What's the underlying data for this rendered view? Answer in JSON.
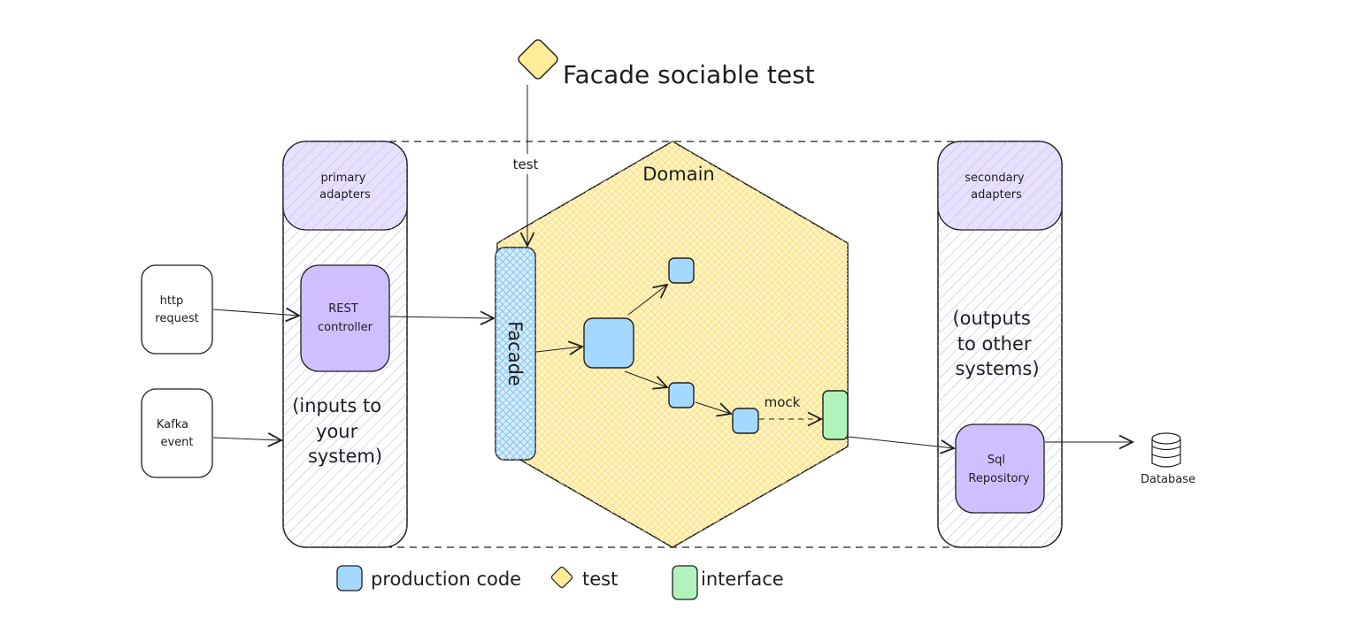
{
  "title": "Facade sociable test",
  "test_arrow_label": "test",
  "domain_label": "Domain",
  "facade_label": "Facade",
  "primary_adapters": {
    "header": "primary adapters",
    "header_lines": [
      "primary",
      "adapters"
    ],
    "note_lines": [
      "(inputs to",
      "your",
      "system)"
    ],
    "controller_lines": [
      "REST",
      "controller"
    ]
  },
  "secondary_adapters": {
    "header": "secondary adapters",
    "header_lines": [
      "secondary",
      "adapters"
    ],
    "note_lines": [
      "(outputs",
      "to other",
      "systems)"
    ],
    "repository_lines": [
      "Sql",
      "Repository"
    ]
  },
  "inputs": {
    "http": [
      "http",
      "request"
    ],
    "kafka": [
      "Kafka",
      "event"
    ]
  },
  "mock_label": "mock",
  "database_label": "Database",
  "legend": {
    "production": "production code",
    "test": "test",
    "interface": "interface"
  },
  "colors": {
    "stroke": "#1e1e1e",
    "production": "#a5d8ff",
    "test": "#ffec99",
    "interface": "#b2f2bb",
    "adapter": "#d0bfff",
    "adapter_hatch": "#c9bdf2",
    "domain_fill": "#fff3bf"
  }
}
